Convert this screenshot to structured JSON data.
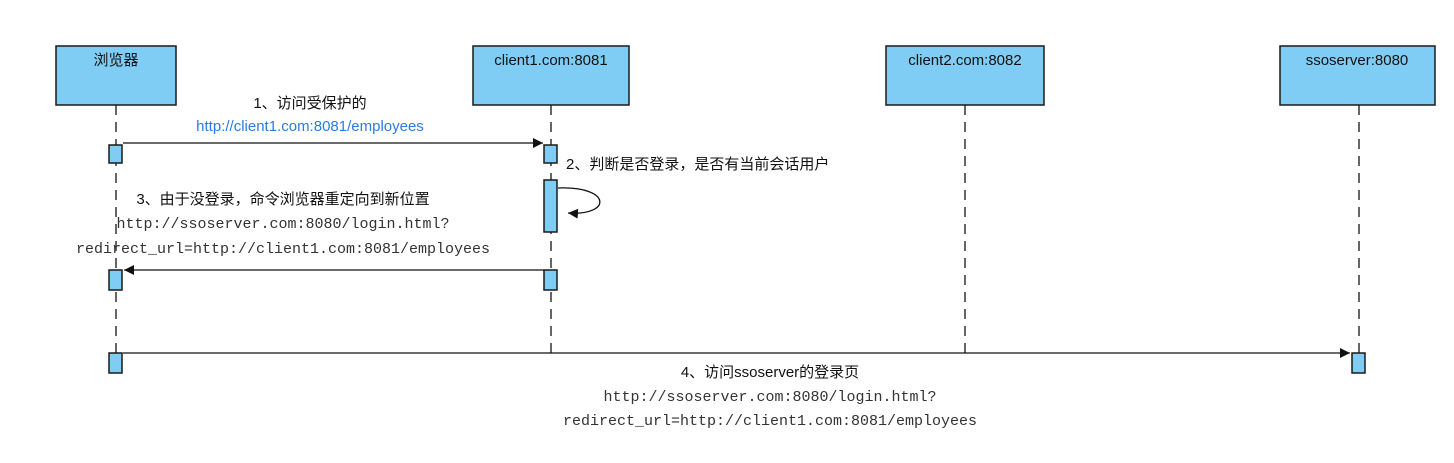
{
  "participants": [
    {
      "label": "浏览器"
    },
    {
      "label": "client1.com:8081"
    },
    {
      "label": "client2.com:8082"
    },
    {
      "label": "ssoserver:8080"
    }
  ],
  "messages": {
    "m1": {
      "label": "1、访问受保护的",
      "url": "http://client1.com:8081/employees"
    },
    "m2": {
      "label": "2、判断是否登录，是否有当前会话用户"
    },
    "m3": {
      "label": "3、由于没登录，命令浏览器重定向到新位置",
      "url_line1": "http://ssoserver.com:8080/login.html?",
      "url_line2": "redirect_url=http://client1.com:8081/employees"
    },
    "m4": {
      "label": "4、访问ssoserver的登录页",
      "url_line1": "http://ssoserver.com:8080/login.html?",
      "url_line2": "redirect_url=http://client1.com:8081/employees"
    }
  },
  "colors": {
    "participant_fill": "#7fcdf4",
    "link_blue": "#2c7be5"
  }
}
